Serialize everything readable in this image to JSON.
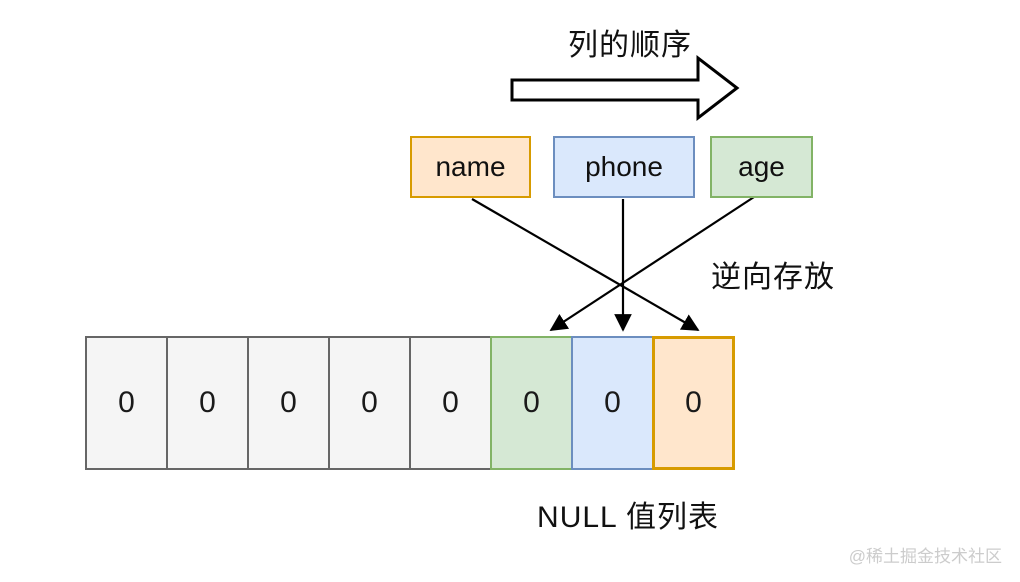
{
  "diagram": {
    "title": "列的顺序",
    "reverse_label": "逆向存放",
    "caption": "NULL 值列表",
    "watermark": "@稀土掘金技术社区",
    "columns": [
      {
        "label": "name",
        "fill": "#ffe6cc",
        "border": "#d79b00"
      },
      {
        "label": "phone",
        "fill": "#dae8fc",
        "border": "#6c8ebf"
      },
      {
        "label": "age",
        "fill": "#d5e8d4",
        "border": "#82b366"
      }
    ],
    "null_bitmap": {
      "cells": [
        {
          "value": "0",
          "type": "gray"
        },
        {
          "value": "0",
          "type": "gray"
        },
        {
          "value": "0",
          "type": "gray"
        },
        {
          "value": "0",
          "type": "gray"
        },
        {
          "value": "0",
          "type": "gray"
        },
        {
          "value": "0",
          "type": "green",
          "column": "age"
        },
        {
          "value": "0",
          "type": "blue",
          "column": "phone"
        },
        {
          "value": "0",
          "type": "orange",
          "column": "name"
        }
      ]
    },
    "mappings": [
      {
        "from": "name",
        "to_cell_index": 7
      },
      {
        "from": "phone",
        "to_cell_index": 6
      },
      {
        "from": "age",
        "to_cell_index": 5
      }
    ],
    "colors": {
      "gray_fill": "#f5f5f5",
      "gray_border": "#666666",
      "orange_fill": "#ffe6cc",
      "orange_border": "#d79b00",
      "blue_fill": "#dae8fc",
      "blue_border": "#6c8ebf",
      "green_fill": "#d5e8d4",
      "green_border": "#82b366",
      "line": "#000000",
      "watermark_text": "#cccccc"
    }
  }
}
